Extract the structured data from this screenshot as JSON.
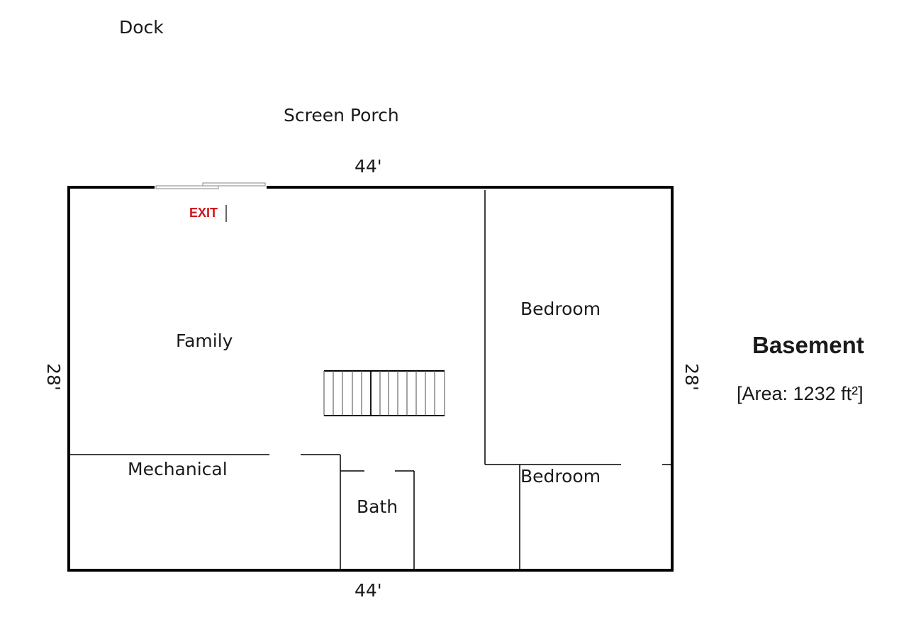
{
  "labels": {
    "dock": "Dock",
    "screen_porch": "Screen Porch",
    "top_dimension": "44'",
    "bottom_dimension": "44'",
    "left_dimension": "28'",
    "right_dimension": "28'",
    "exit": "EXIT",
    "family": "Family",
    "bedroom_upper": "Bedroom",
    "bedroom_lower": "Bedroom",
    "mechanical": "Mechanical",
    "bath": "Bath"
  },
  "summary": {
    "title": "Basement",
    "area": "[Area: 1232 ft²]"
  },
  "colors": {
    "wall": "#000000",
    "exit": "#d0141a",
    "window": "#9a9a9a"
  }
}
